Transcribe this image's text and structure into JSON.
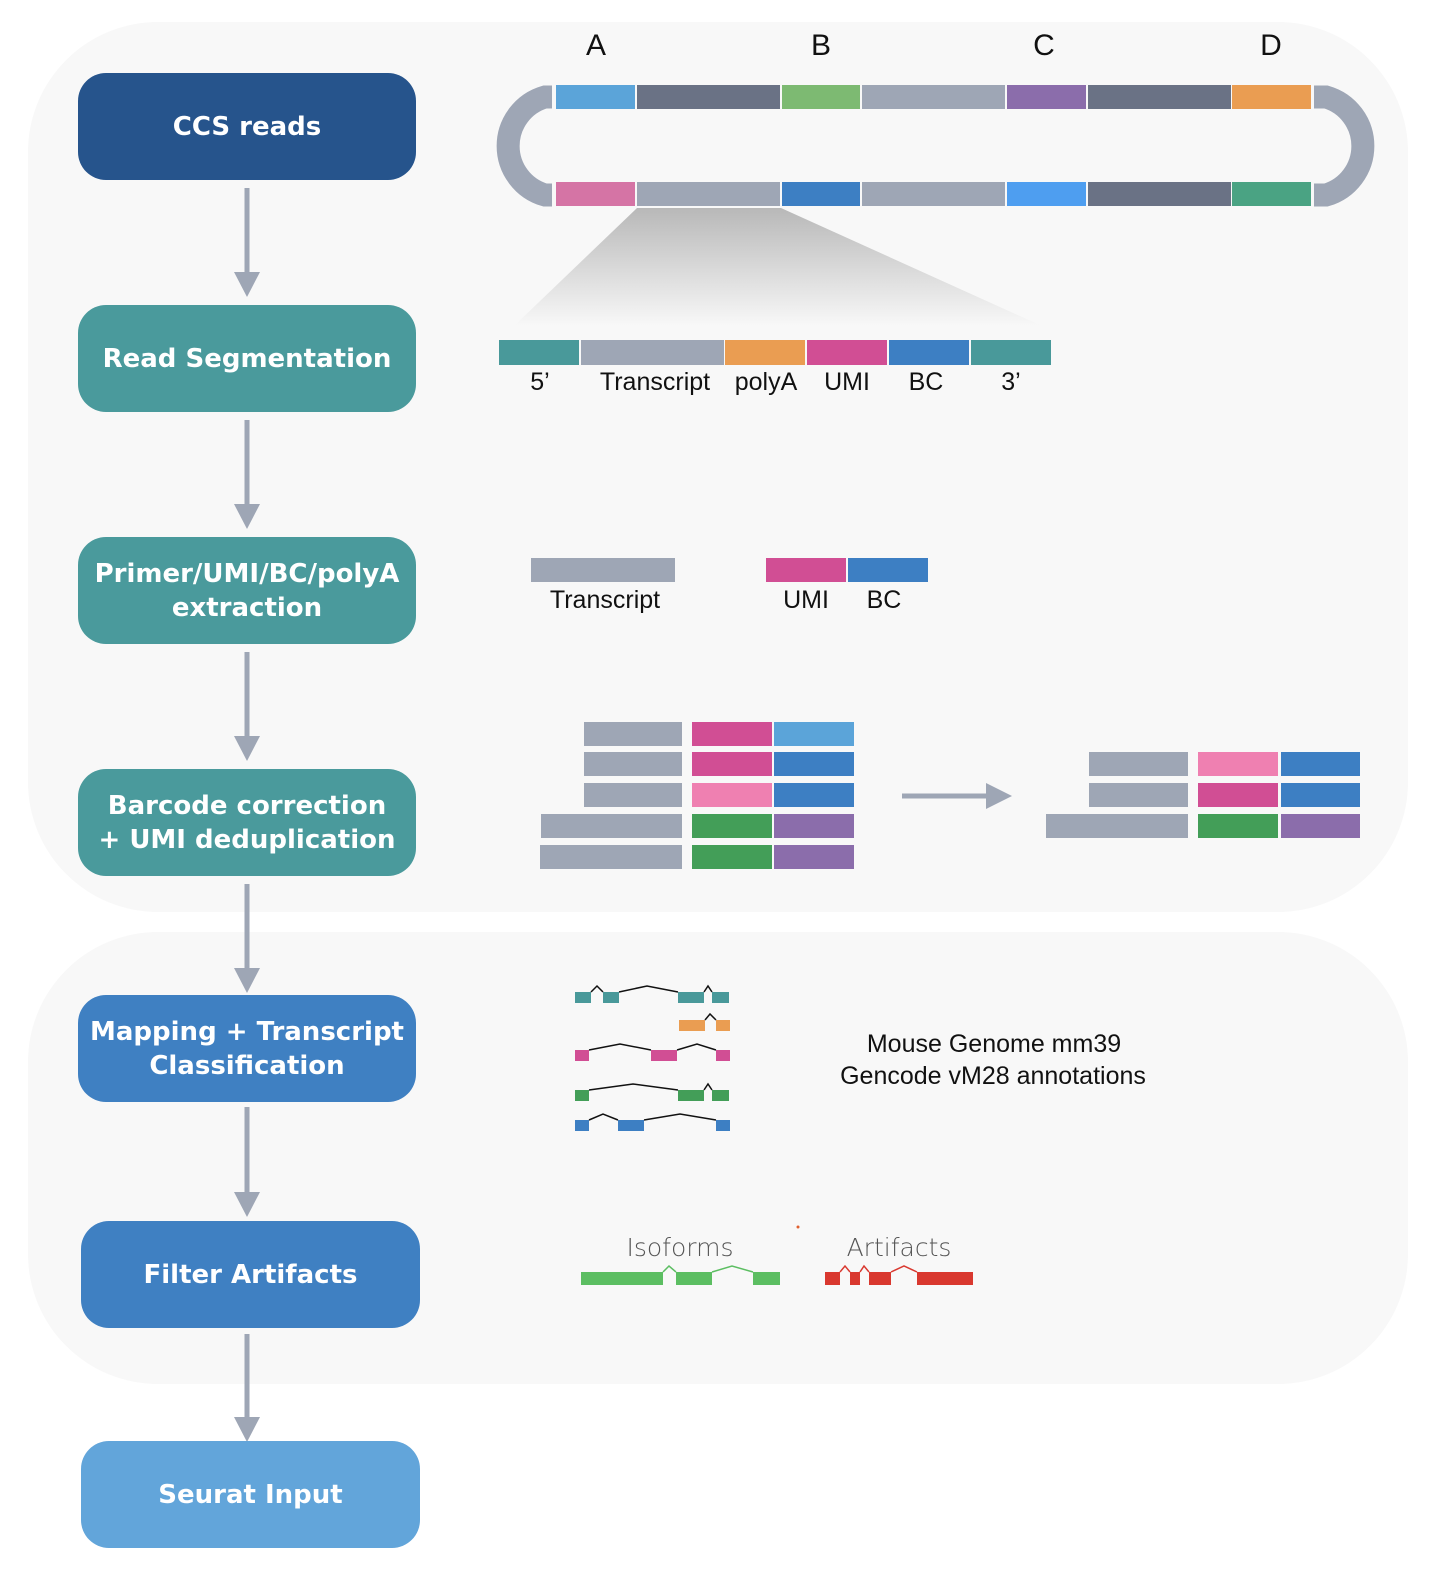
{
  "colors": {
    "ccs": "#26548c",
    "teal_step": "#4a9a9c",
    "blue_step": "#3f80c2",
    "seurat": "#62a5da",
    "arrow": "#9ea6b5",
    "grey_block": "#9ea6b5",
    "slate_block": "#6a7285",
    "magenta": "#d14e94",
    "pink": "#ef80b1",
    "blue": "#3d7fc3",
    "light_blue": "#5ba4d9",
    "green": "#439e58",
    "purple": "#8b6dab",
    "orange": "#ea9d52",
    "teal": "#49999a",
    "light_green": "#7dba72",
    "sky": "#4e9ef0",
    "seafoam": "#4aa383",
    "rose": "#d574a5",
    "iso_green": "#5cbe62",
    "artifact_red": "#d9382f"
  },
  "steps": [
    {
      "id": "ccs-reads",
      "label": "CCS reads",
      "color": "#26548c"
    },
    {
      "id": "read-segmentation",
      "label": "Read Segmentation",
      "color": "#4a9a9c"
    },
    {
      "id": "extraction",
      "label": "Primer/UMI/BC/polyA\nextraction",
      "color": "#4a9a9c"
    },
    {
      "id": "barcode-correction",
      "label": "Barcode correction\n+ UMI deduplication",
      "color": "#4a9a9c"
    },
    {
      "id": "mapping",
      "label": "Mapping + Transcript\nClassification",
      "color": "#3f80c2"
    },
    {
      "id": "filter-artifacts",
      "label": "Filter Artifacts",
      "color": "#3f80c2"
    },
    {
      "id": "seurat-input",
      "label": "Seurat Input",
      "color": "#62a5da"
    }
  ],
  "read_labels": [
    "A",
    "B",
    "C",
    "D"
  ],
  "segment_labels": [
    "5’",
    "Transcript",
    "polyA",
    "UMI",
    "BC",
    "3’"
  ],
  "extraction_labels": {
    "transcript": "Transcript",
    "umi": "UMI",
    "bc": "BC"
  },
  "reference": {
    "line1": "Mouse Genome mm39",
    "line2": "Gencode vM28 annotations"
  },
  "filter_labels": {
    "isoforms": "Isoforms",
    "artifacts": "Artifacts"
  }
}
